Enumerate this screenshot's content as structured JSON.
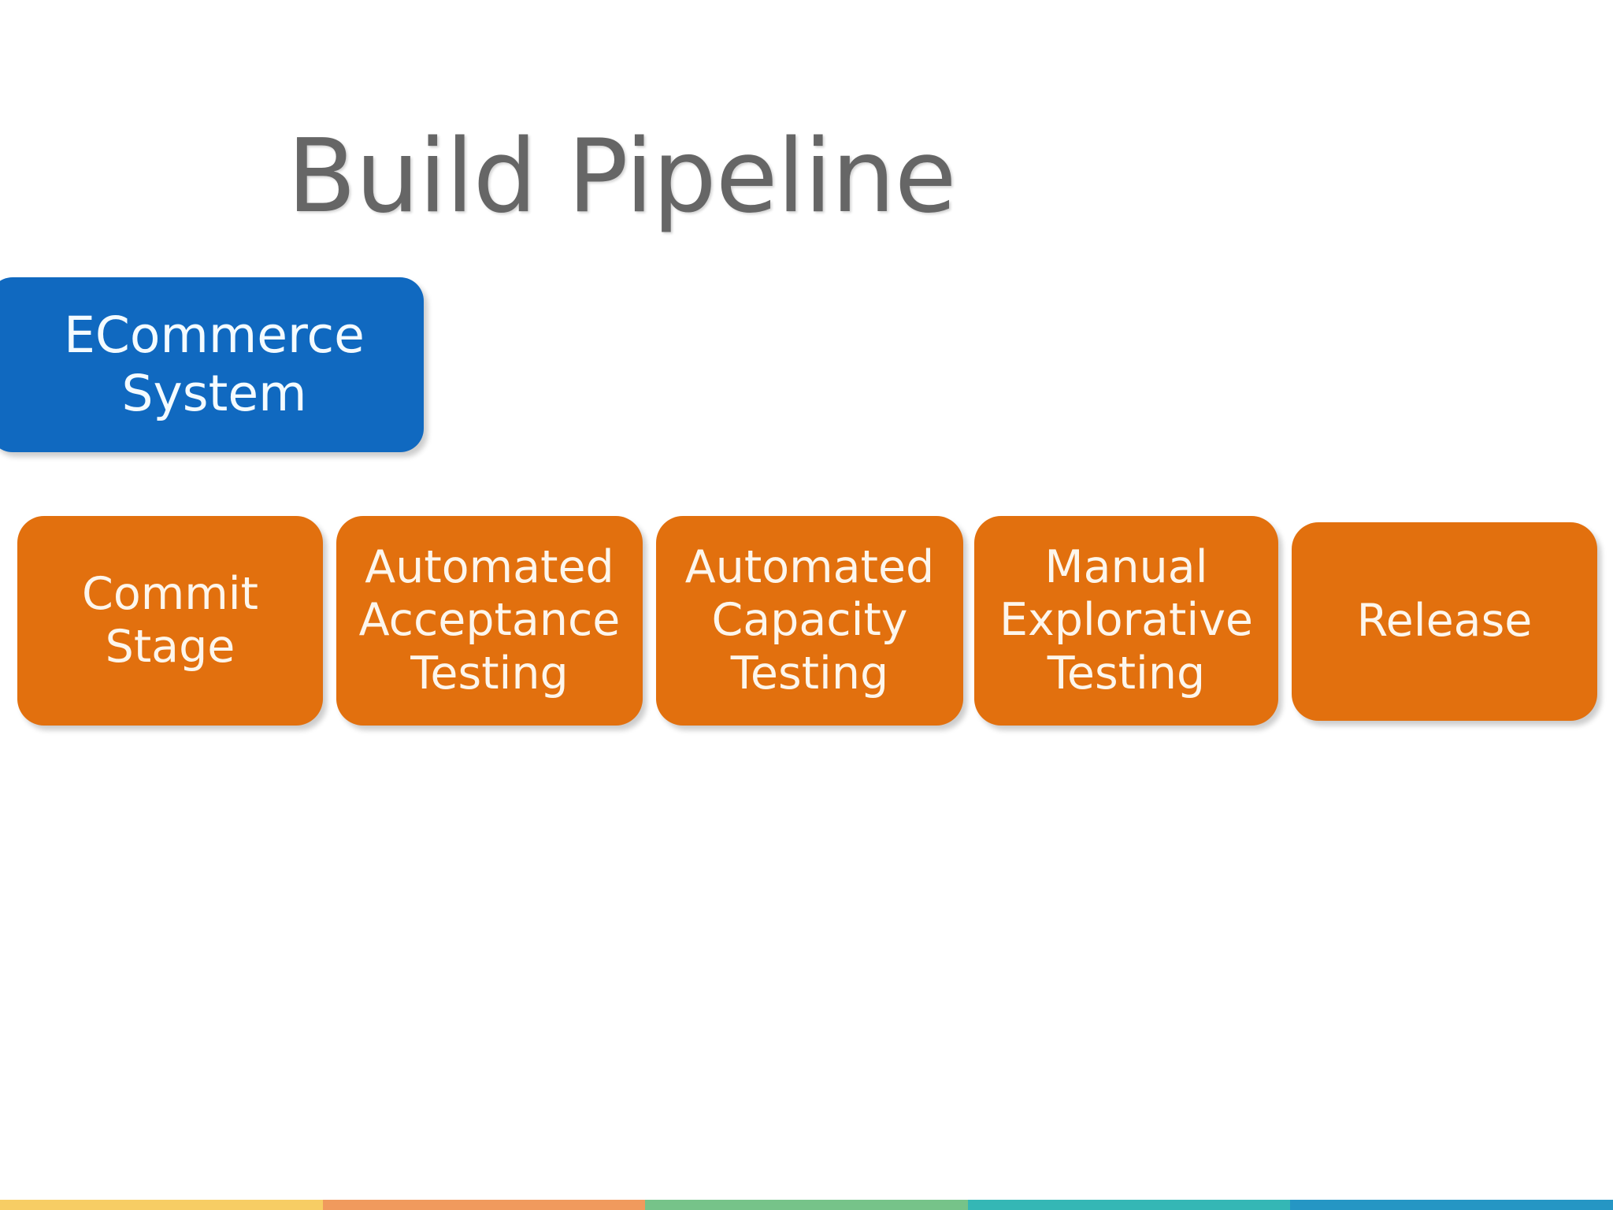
{
  "slide": {
    "title": "Build Pipeline",
    "title_color": "#666666",
    "background": "#ffffff"
  },
  "system_node": {
    "label": "ECommerce\nSystem",
    "fill": "#1069c0",
    "text_color": "#f4fbff"
  },
  "pipeline": {
    "stage_fill": "#e2700e",
    "stage_text_color": "#fdf6ec",
    "stages": [
      {
        "label": "Commit\nStage"
      },
      {
        "label": "Automated\nAcceptance\nTesting"
      },
      {
        "label": "Automated\nCapacity\nTesting"
      },
      {
        "label": "Manual\nExplorative\nTesting"
      },
      {
        "label": "Release"
      }
    ]
  },
  "footer_bar": {
    "segments": [
      {
        "name": "yellow",
        "color": "#f7cd64"
      },
      {
        "name": "orange",
        "color": "#f09a5d"
      },
      {
        "name": "green",
        "color": "#76c389"
      },
      {
        "name": "teal",
        "color": "#34b7b5"
      },
      {
        "name": "blue",
        "color": "#2596c4"
      }
    ]
  }
}
